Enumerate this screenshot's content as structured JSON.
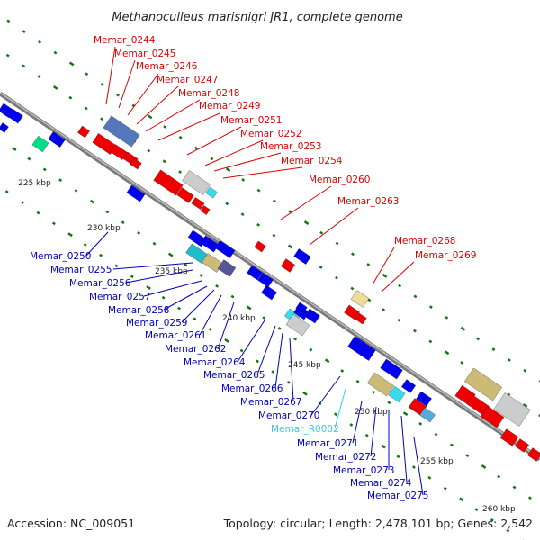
{
  "title": "Methanoculleus marisnigri JR1, complete genome",
  "footer": {
    "accession": "Accession: NC_009051",
    "topology": "Topology: circular; Length: 2,478,101 bp; Genes: 2,542"
  },
  "colors": {
    "forward_label": "#dd0000",
    "reverse_label": "#0000bb",
    "rna_label": "#33ccee",
    "forward_gene": "#ee0000",
    "reverse_gene": "#0000ee",
    "backbone": "#888888",
    "gc_tick": "#117711"
  },
  "forward_labels": [
    "Memar_0244",
    "Memar_0245",
    "Memar_0246",
    "Memar_0247",
    "Memar_0248",
    "Memar_0249",
    "Memar_0251",
    "Memar_0252",
    "Memar_0253",
    "Memar_0254",
    "Memar_0260",
    "Memar_0263",
    "Memar_0268",
    "Memar_0269"
  ],
  "reverse_labels": [
    "Memar_0250",
    "Memar_0255",
    "Memar_0256",
    "Memar_0257",
    "Memar_0258",
    "Memar_0259",
    "Memar_0261",
    "Memar_0262",
    "Memar_0264",
    "Memar_0265",
    "Memar_0266",
    "Memar_0267",
    "Memar_0270",
    "Memar_R0002",
    "Memar_0271",
    "Memar_0272",
    "Memar_0273",
    "Memar_0274",
    "Memar_0275"
  ],
  "kbp_ticks": [
    "225 kbp",
    "230 kbp",
    "235 kbp",
    "240 kbp",
    "245 kbp",
    "250 kbp",
    "255 kbp",
    "260 kbp"
  ]
}
